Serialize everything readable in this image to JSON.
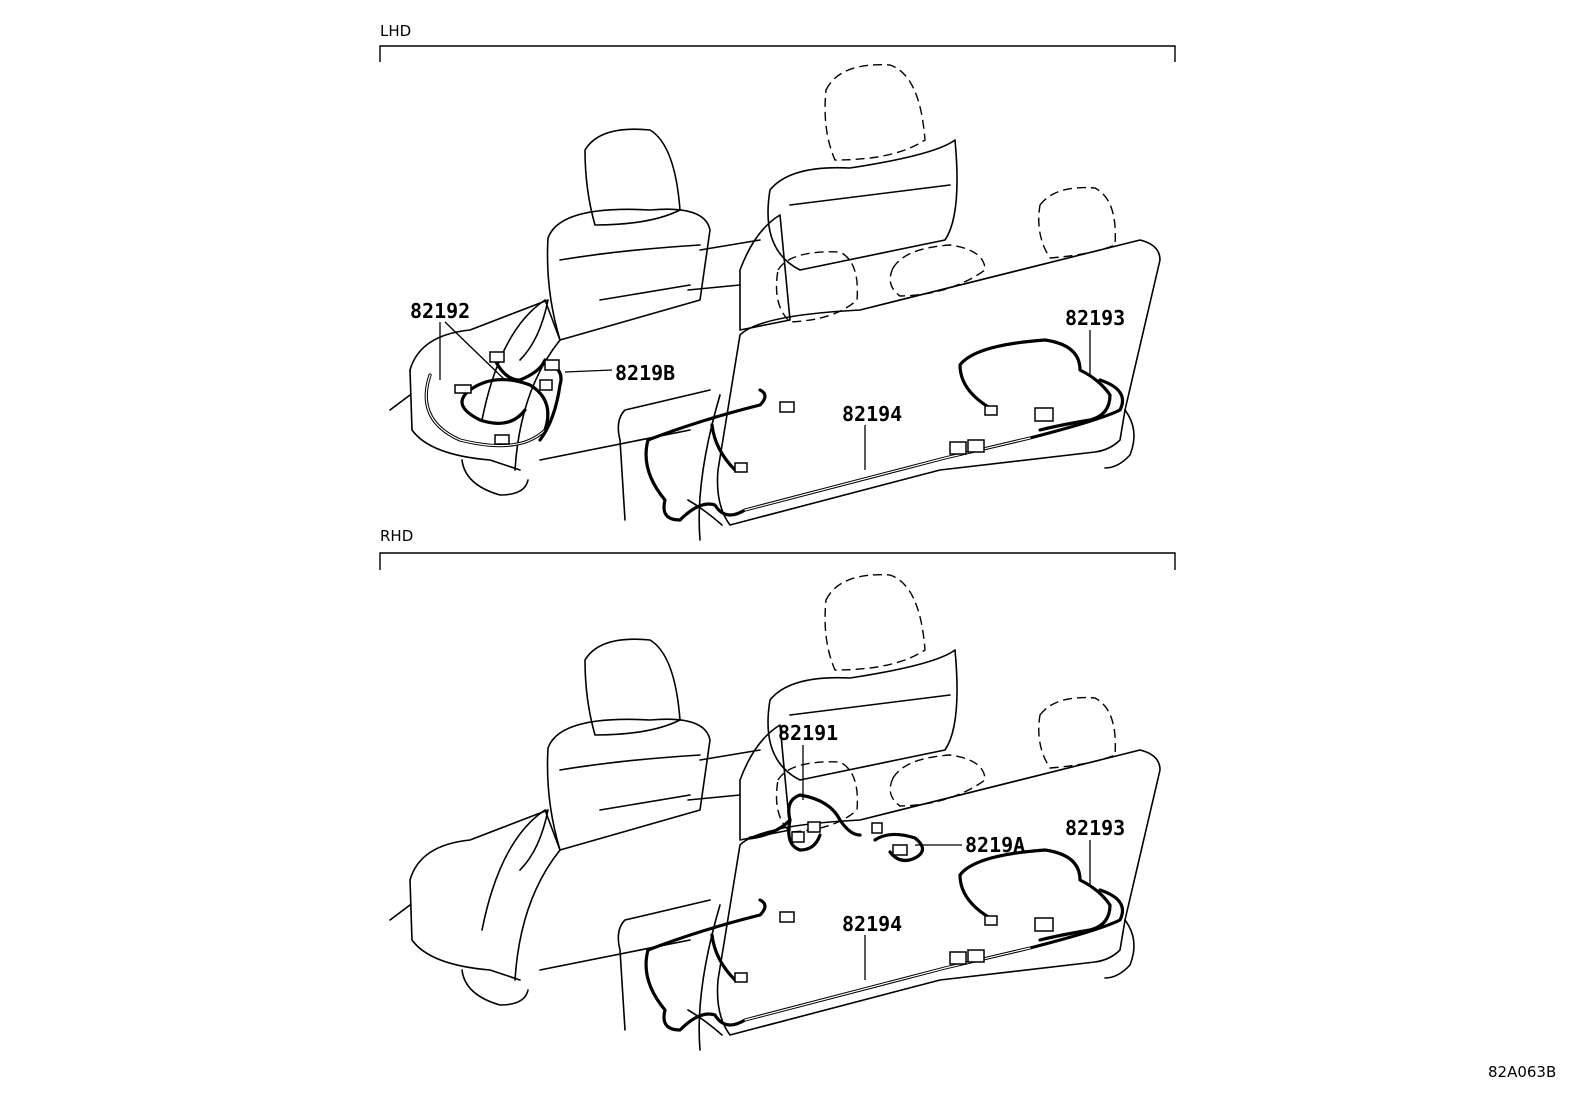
{
  "sections": [
    {
      "label": "LHD"
    },
    {
      "label": "RHD"
    }
  ],
  "callouts": {
    "lhd": [
      "82192",
      "8219B",
      "82193",
      "82194"
    ],
    "rhd": [
      "82191",
      "8219A",
      "82193",
      "82194"
    ]
  },
  "diagram_code": "82A063B"
}
